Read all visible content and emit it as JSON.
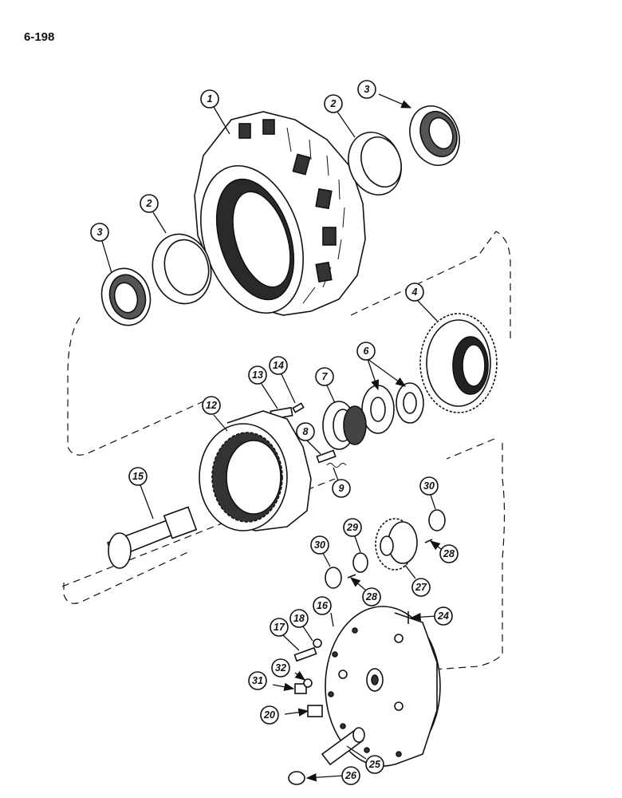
{
  "page": {
    "number": "6-198"
  },
  "callouts": {
    "c1": "1",
    "c2a": "2",
    "c2b": "2",
    "c3a": "3",
    "c3b": "3",
    "c4": "4",
    "c6": "6",
    "c7": "7",
    "c8": "8",
    "c9": "9",
    "c12": "12",
    "c13": "13",
    "c14": "14",
    "c15": "15",
    "c16": "16",
    "c17": "17",
    "c18": "18",
    "c20": "20",
    "c24": "24",
    "c25": "25",
    "c26": "26",
    "c27": "27",
    "c28a": "28",
    "c28b": "28",
    "c29": "29",
    "c30a": "30",
    "c30b": "30",
    "c31": "31",
    "c32": "32"
  },
  "icons": {
    "arrowhead": "arrowhead-icon"
  }
}
